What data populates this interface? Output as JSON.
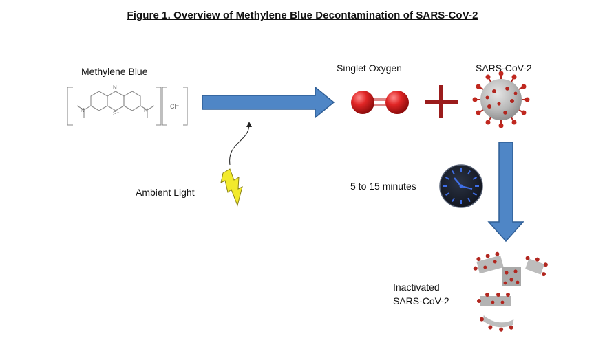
{
  "figure": {
    "title": "Figure 1. Overview of Methylene Blue Decontamination of SARS-CoV-2"
  },
  "labels": {
    "methylene_blue": "Methylene Blue",
    "chloride": "Cl⁻",
    "singlet_oxygen": "Singlet Oxygen",
    "sars_cov_2": "SARS-CoV-2",
    "ambient_light": "Ambient Light",
    "duration": "5 to 15 minutes",
    "inactivated_line1": "Inactivated",
    "inactivated_line2": "SARS-CoV-2"
  },
  "colors": {
    "arrow_fill": "#4f86c6",
    "arrow_stroke": "#2f5e96",
    "oxygen_red": "#d81e1e",
    "plus": "#9b1c1c",
    "lightning": "#f2ea2c",
    "clock_face": "#1a2130",
    "clock_ticks": "#3f6fe8",
    "virus_body": "#bdbdbd",
    "virus_spikes": "#b1261f"
  },
  "icons": [
    "methylene-blue-structure",
    "right-arrow",
    "singlet-oxygen-molecule",
    "plus-sign",
    "coronavirus",
    "down-arrow",
    "clock",
    "lightning-bolt",
    "curved-arrow",
    "fragmented-virus"
  ]
}
